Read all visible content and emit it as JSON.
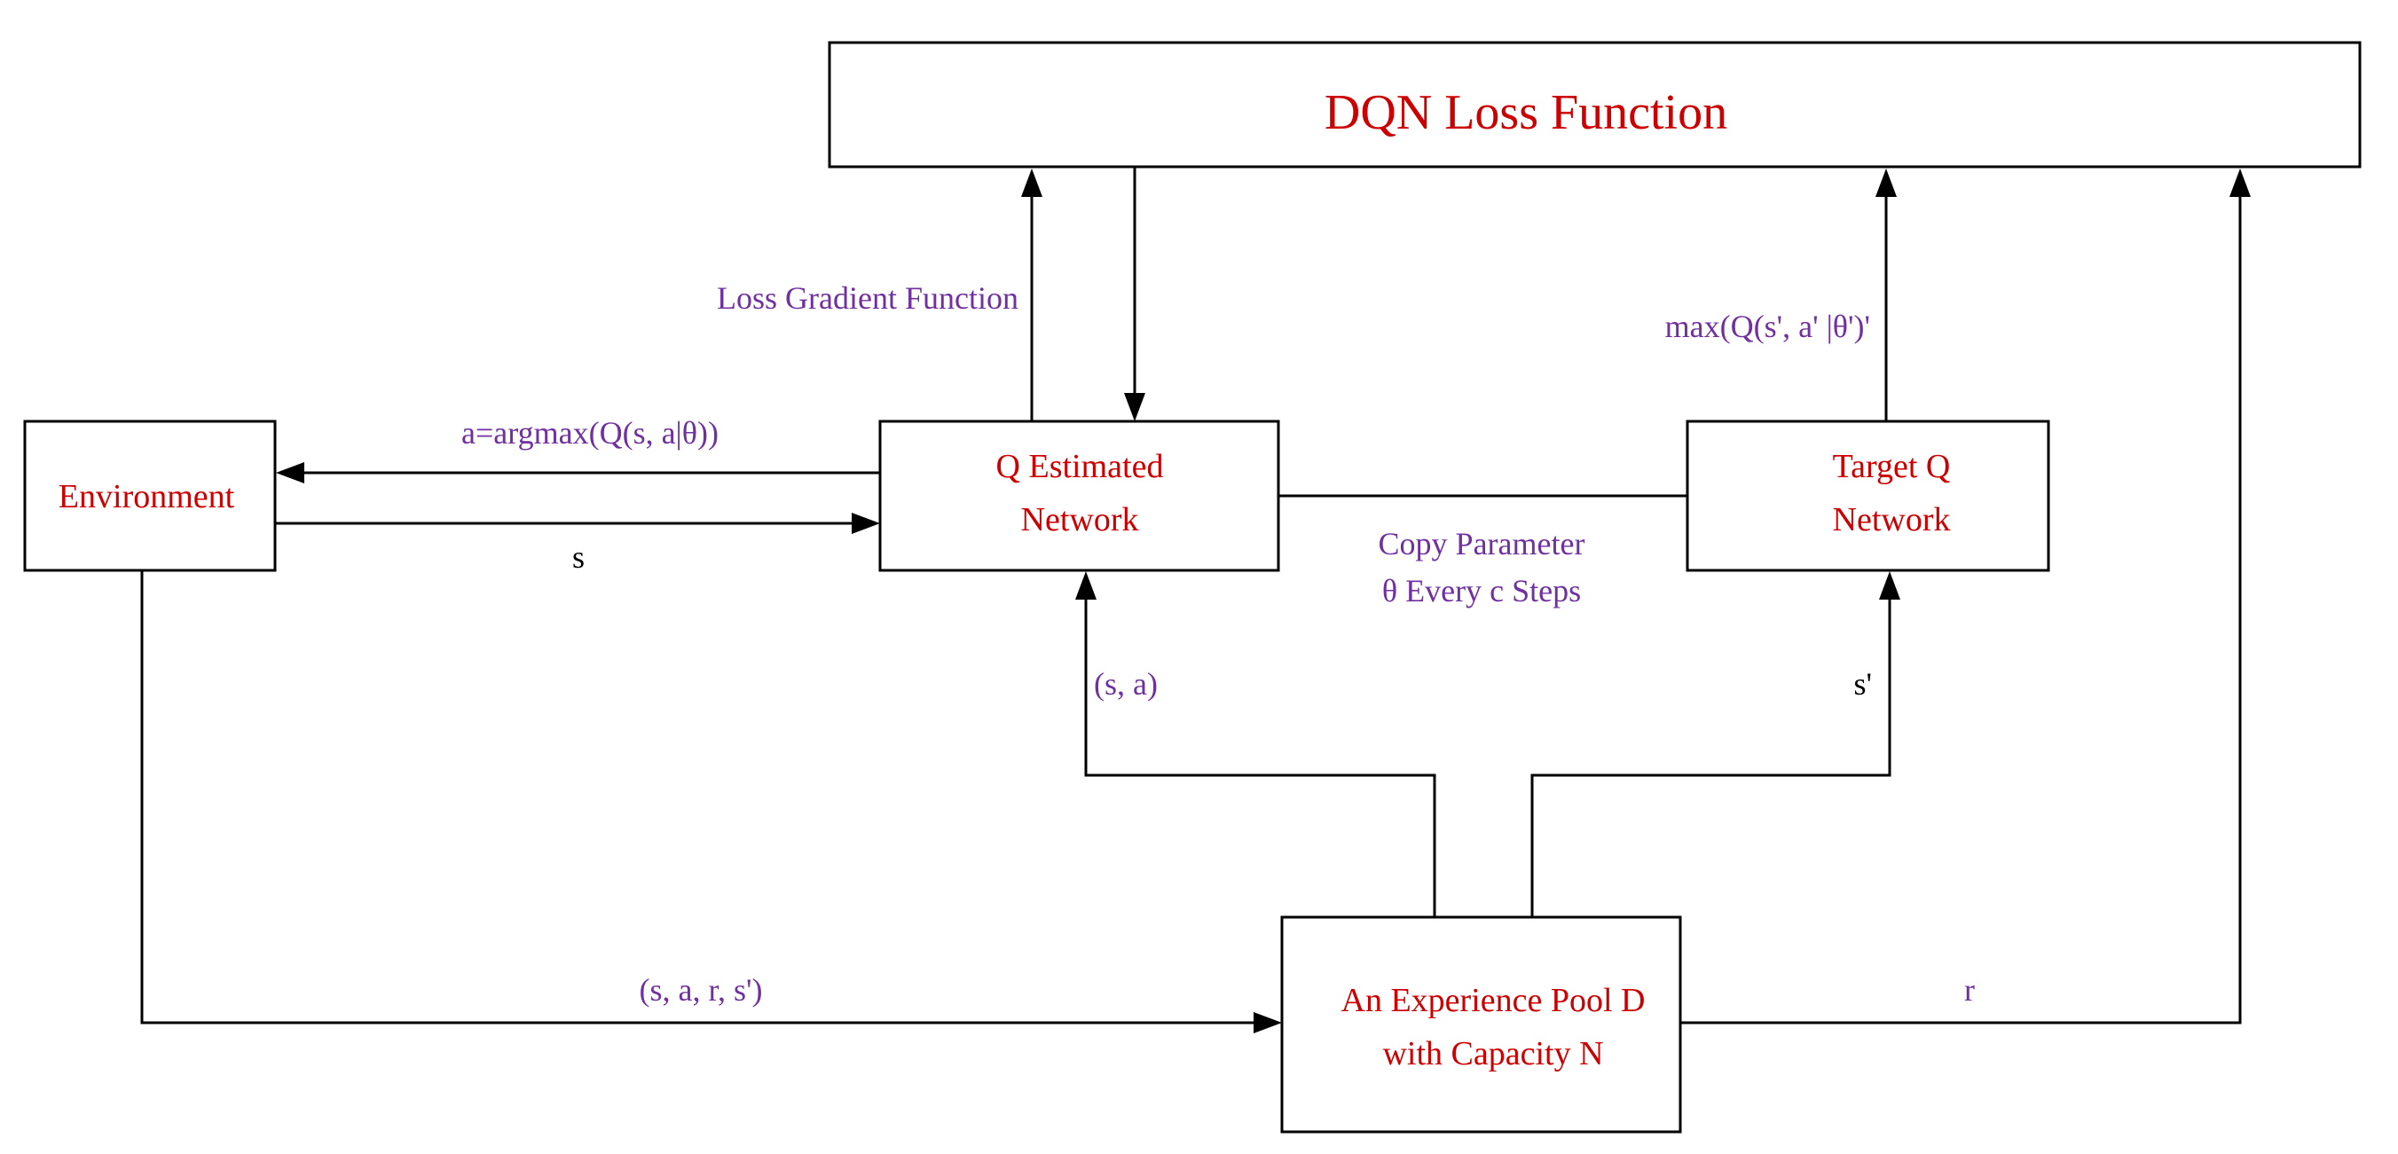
{
  "colors": {
    "node_text": "#cc0000",
    "annotation_text": "#7030a0",
    "plain_text": "#000000",
    "stroke": "#000000"
  },
  "nodes": {
    "loss_function": "DQN Loss Function",
    "environment": "Environment",
    "q_estimated": [
      "Q Estimated",
      "Network"
    ],
    "target_q": [
      "Target Q",
      "Network"
    ],
    "experience_pool": [
      "An Experience Pool D",
      "with Capacity N"
    ]
  },
  "edges": {
    "loss_gradient": "Loss Gradient Function",
    "max_q": "max(Q(s', a' |θ')'",
    "action": "a=argmax(Q(s, a|θ))",
    "state": "s",
    "copy_parameter": [
      "Copy Parameter",
      "θ Every c Steps"
    ],
    "sample_sa": "(s, a)",
    "next_state": "s'",
    "transition": "(s, a, r, s')",
    "reward": "r"
  }
}
